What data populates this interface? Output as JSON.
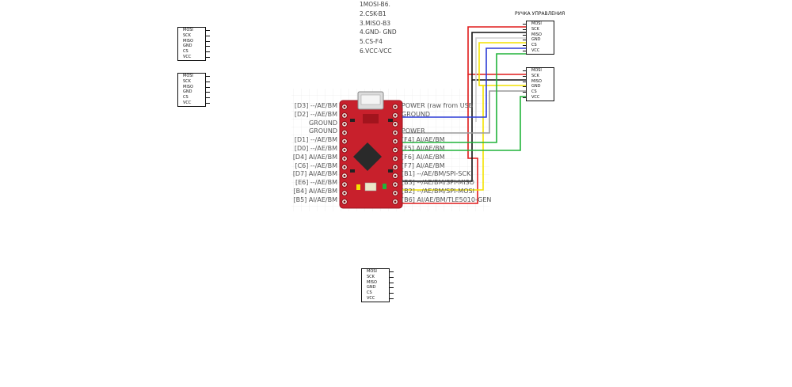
{
  "notes": [
    "1MOSI-B6.",
    "2.CSK-B1",
    "3.MISO-B3",
    "4.GND- GND",
    "5.CS-F4",
    "6.VCC-VCC"
  ],
  "panel_title": "РУЧКА УПРАВЛЕНИЯ",
  "module_pins": [
    "MOSI",
    "SCK",
    "MISO",
    "GND",
    "CS",
    "VCC"
  ],
  "board_left_pins": [
    "[D3] --/AE/BM",
    "[D2] --/AE/BM",
    "GROUND",
    "GROUND",
    "[D1] --/AE/BM",
    "[D0] --/AE/BM",
    "[D4] AI/AE/BM",
    "[C6] --/AE/BM",
    "[D7] AI/AE/BM",
    "[E6] --/AE/BM",
    "[B4] AI/AE/BM",
    "[B5] AI/AE/BM"
  ],
  "board_right_pins": [
    "POWER (raw from USB",
    "GROUND",
    "",
    "POWER",
    "[F4] AI/AE/BM",
    "[F5] AI/AE/BM",
    "[F6] AI/AE/BM",
    "[F7] AI/AE/BM",
    "[B1] --/AE/BM/SPI-SCK",
    "[B3] --/AE/BM/SPI-MISO",
    "[B2] --/AE/BM/SPI-MOSI",
    "[B6] AI/AE/BM/TLE5010-GEN"
  ],
  "wire_colors": {
    "red": "#e01b1b",
    "blue": "#2b3bd6",
    "yellow": "#f4e200",
    "green": "#21b43a",
    "black": "#111111",
    "gray": "#9a9a9a",
    "white": "#f2f2f2",
    "board": "#c8202c"
  }
}
